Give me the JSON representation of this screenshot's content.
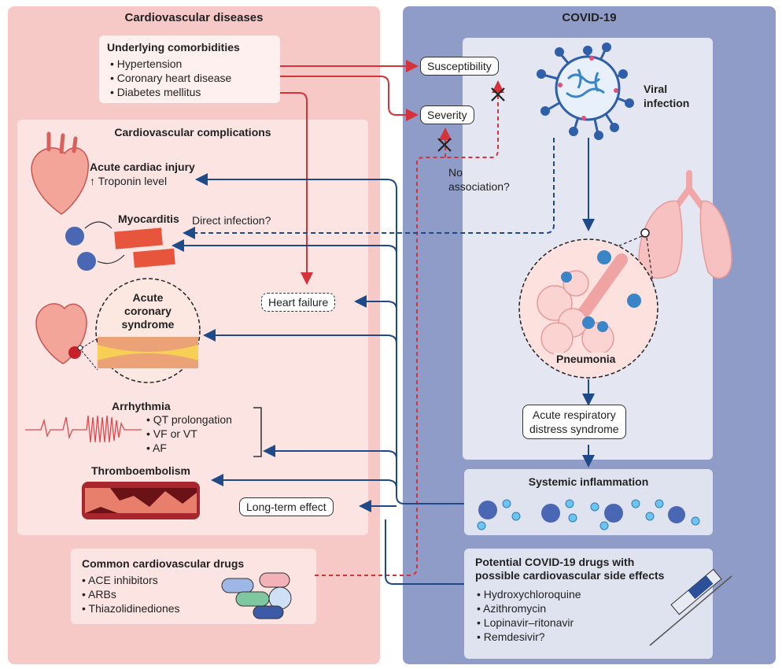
{
  "left_panel": {
    "title": "Cardiovascular diseases",
    "comorbidities": {
      "title": "Underlying comorbidities",
      "items": [
        "Hypertension",
        "Coronary heart disease",
        "Diabetes mellitus"
      ]
    },
    "complications": {
      "title": "Cardiovascular complications",
      "acute_cardiac_injury": {
        "title": "Acute cardiac injury",
        "detail": "↑ Troponin level"
      },
      "myocarditis": {
        "title": "Myocarditis"
      },
      "direct_infection": "Direct infection?",
      "heart_failure": "Heart failure",
      "acs": {
        "line1": "Acute",
        "line2": "coronary",
        "line3": "syndrome"
      },
      "arrhythmia": {
        "title": "Arrhythmia",
        "items": [
          "QT prolongation",
          "VF or VT",
          "AF"
        ]
      },
      "thromboembolism": "Thromboembolism",
      "long_term": "Long-term effect"
    },
    "drugs": {
      "title": "Common cardiovascular drugs",
      "items": [
        "ACE inhibitors",
        "ARBs",
        "Thiazolidinediones"
      ]
    }
  },
  "right_panel": {
    "title": "COVID-19",
    "susceptibility": "Susceptibility",
    "severity": "Severity",
    "no_association_line1": "No",
    "no_association_line2": "association?",
    "viral_infection_line1": "Viral",
    "viral_infection_line2": "infection",
    "pneumonia": "Pneumonia",
    "ards_line1": "Acute respiratory",
    "ards_line2": "distress syndrome",
    "systemic": "Systemic inflammation",
    "covid_drugs": {
      "title_line1": "Potential COVID-19 drugs with",
      "title_line2": "possible cardiovascular side effects",
      "items": [
        "Hydroxychloroquine",
        "Azithromycin",
        "Lopinavir–ritonavir",
        "Remdesivir?"
      ]
    }
  },
  "colors": {
    "red_arrow": "#d6323a",
    "blue_arrow": "#1f4a8a",
    "left_bg": "#f6c9c6",
    "right_bg": "#8f9cc7"
  }
}
